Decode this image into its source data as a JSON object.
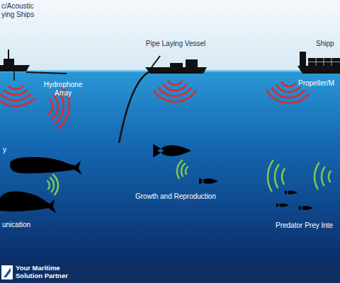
{
  "diagram": {
    "nodes": [
      {
        "text": [
          "Your Maritime Solution Partner"
        ]
      }
    ],
    "labels": [
      "c/Acoustic ying Ships",
      "y",
      "Hydrophone Array",
      "Pipe Laying Vessel",
      "Shipp",
      "Propeller/M",
      "unication",
      "Growth and Reproduction",
      "Predator Prey Inte"
    ]
  }
}
